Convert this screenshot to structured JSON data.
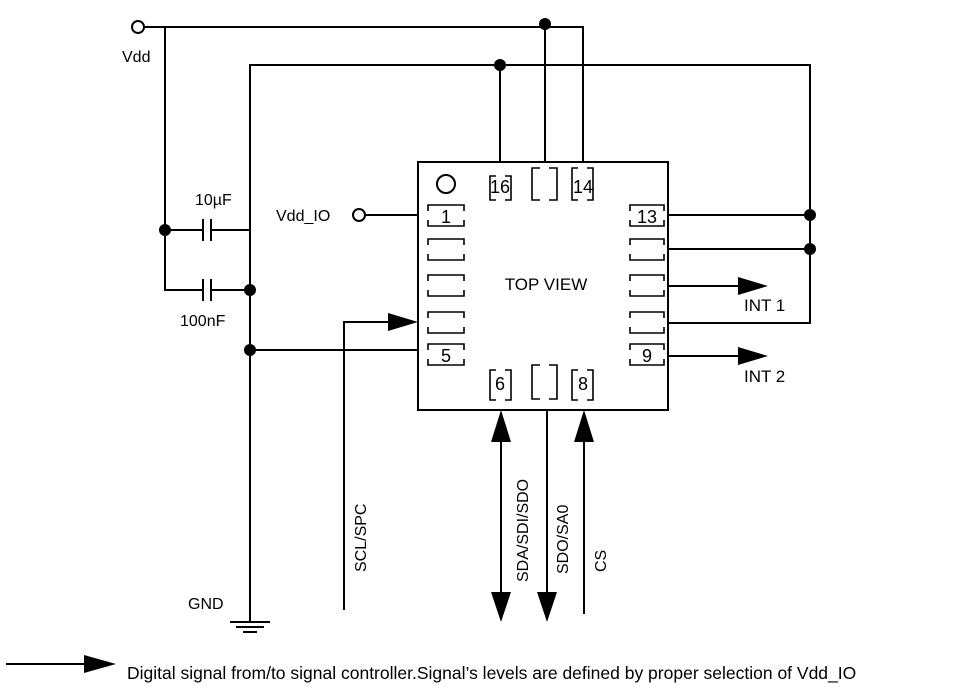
{
  "labels": {
    "vdd": "Vdd",
    "vdd_io": "Vdd_IO",
    "cap_10uf": "10µF",
    "cap_100nf": "100nF",
    "top_view": "TOP VIEW",
    "int1": "INT 1",
    "int2": "INT 2",
    "gnd": "GND",
    "scl_spc": "SCL/SPC",
    "sda_sdi_sdo": "SDA/SDI/SDO",
    "sdo_sa0": "SDO/SA0",
    "cs": "CS"
  },
  "pins": {
    "p1": "1",
    "p5": "5",
    "p6": "6",
    "p8": "8",
    "p9": "9",
    "p13": "13",
    "p14": "14",
    "p16": "16"
  },
  "legend": {
    "text": "Digital signal from/to signal controller.Signal’s levels are defined by proper selection of Vdd_IO"
  }
}
